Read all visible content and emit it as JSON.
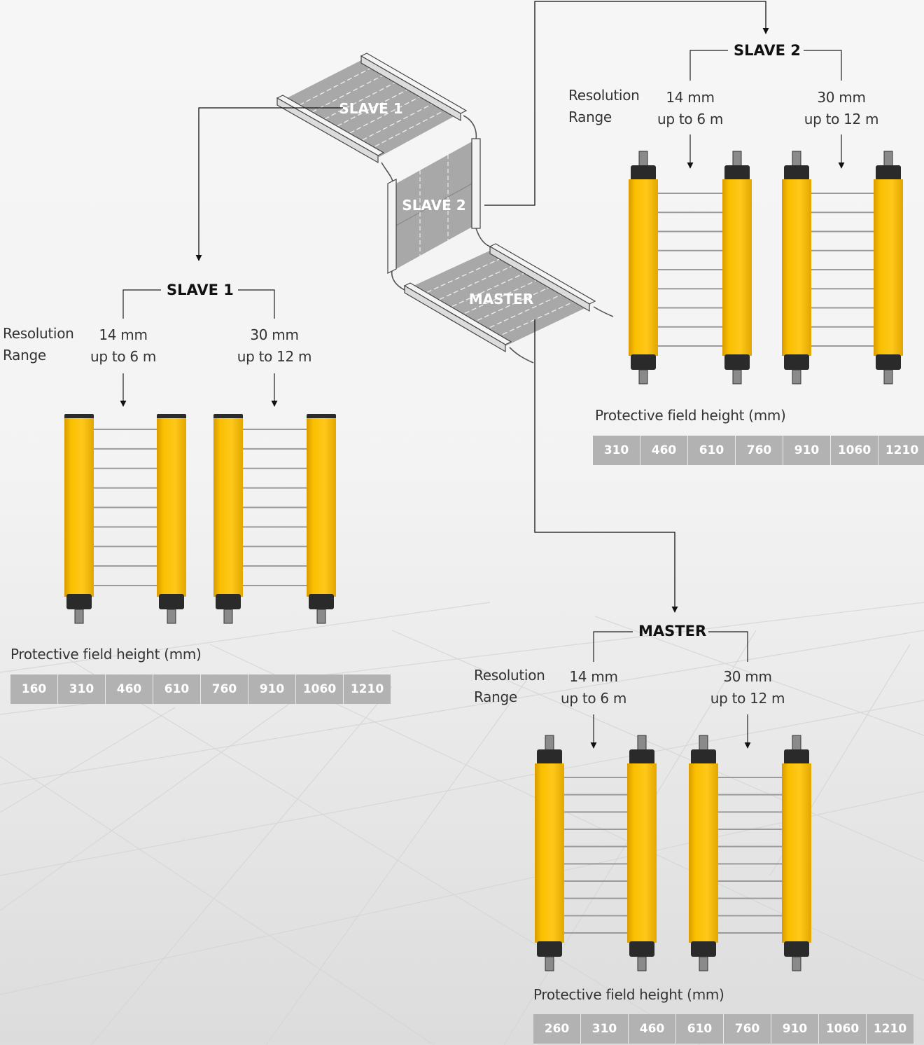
{
  "overview": {
    "labels": [
      "SLAVE 1",
      "SLAVE 2",
      "MASTER"
    ]
  },
  "units": [
    {
      "id": "slave1",
      "title": "SLAVE 1",
      "row_labels": [
        "Resolution",
        "Range"
      ],
      "options": [
        {
          "resolution": "14 mm",
          "range": "up to 6 m"
        },
        {
          "resolution": "30 mm",
          "range": "up to 12 m"
        }
      ],
      "heights_label": "Protective field height (mm)",
      "heights": [
        "160",
        "310",
        "460",
        "610",
        "760",
        "910",
        "1060",
        "1210"
      ]
    },
    {
      "id": "slave2",
      "title": "SLAVE 2",
      "row_labels": [
        "Resolution",
        "Range"
      ],
      "options": [
        {
          "resolution": "14 mm",
          "range": "up to 6 m"
        },
        {
          "resolution": "30 mm",
          "range": "up to 12 m"
        }
      ],
      "heights_label": "Protective field height (mm)",
      "heights": [
        "310",
        "460",
        "610",
        "760",
        "910",
        "1060",
        "1210"
      ]
    },
    {
      "id": "master",
      "title": "MASTER",
      "row_labels": [
        "Resolution",
        "Range"
      ],
      "options": [
        {
          "resolution": "14 mm",
          "range": "up to 6 m"
        },
        {
          "resolution": "30 mm",
          "range": "up to 12 m"
        }
      ],
      "heights_label": "Protective field height (mm)",
      "heights": [
        "260",
        "310",
        "460",
        "610",
        "760",
        "910",
        "1060",
        "1210"
      ]
    }
  ],
  "colors": {
    "sensor_yellow": "#f8bd00",
    "cap_dark": "#2a2a2a",
    "table_cell": "#b2b2b2",
    "field_gray": "#a8a8a8"
  }
}
